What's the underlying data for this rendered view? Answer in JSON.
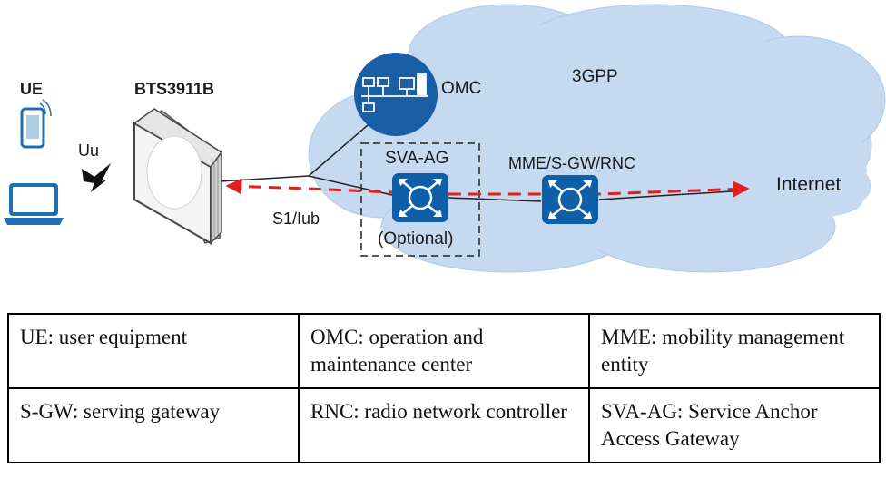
{
  "diagram": {
    "labels": {
      "ue": "UE",
      "bts": "BTS3911B",
      "uu": "Uu",
      "omc": "OMC",
      "cloud_3gpp": "3GPP",
      "sva_ag": "SVA-AG",
      "optional": "(Optional)",
      "mme_sgw_rnc": "MME/S-GW/RNC",
      "s1_iub": "S1/Iub",
      "internet": "Internet"
    },
    "colors": {
      "cloud": "#c5d9f1",
      "router_blue": "#0e5fa7",
      "omc_blue": "#1a5ea6",
      "arrow_red": "#e02020",
      "device_blue": "#1f6fb5"
    },
    "icons": [
      "phone-icon",
      "laptop-icon",
      "lightning-icon",
      "base-station-icon",
      "omc-server-icon",
      "router-icon"
    ]
  },
  "legend": {
    "rows": [
      [
        "UE: user equipment",
        "OMC: operation and maintenance center",
        "MME: mobility management entity"
      ],
      [
        "S-GW: serving gateway",
        "RNC: radio network controller",
        "SVA-AG: Service Anchor Access Gateway"
      ]
    ]
  }
}
